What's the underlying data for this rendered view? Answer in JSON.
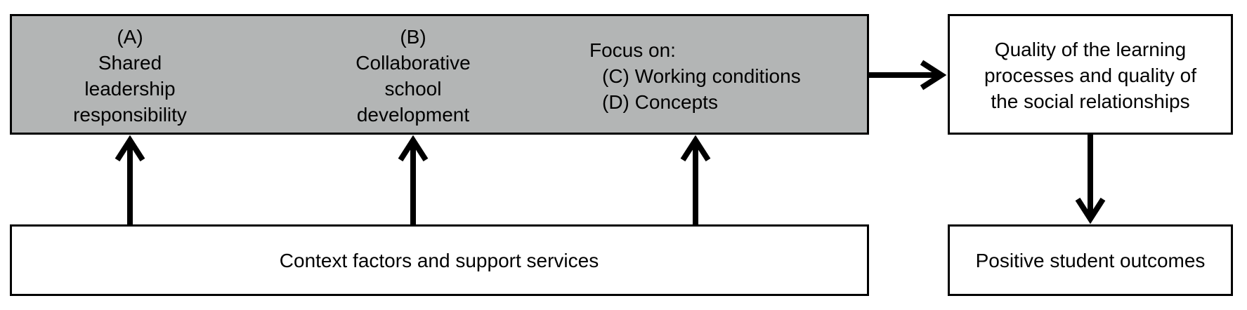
{
  "diagram": {
    "factor_a": {
      "letter": "(A)",
      "line1": "Shared",
      "line2": "leadership",
      "line3": "responsibility"
    },
    "factor_b": {
      "letter": "(B)",
      "line1": "Collaborative",
      "line2": "school",
      "line3": "development"
    },
    "focus": {
      "heading": "Focus on:",
      "item_c": "(C) Working conditions",
      "item_d": "(D) Concepts"
    },
    "context": "Context factors and support services",
    "quality": {
      "line1": "Quality of the learning",
      "line2": "processes and quality of",
      "line3": "the social relationships"
    },
    "outcomes": "Positive student outcomes"
  }
}
